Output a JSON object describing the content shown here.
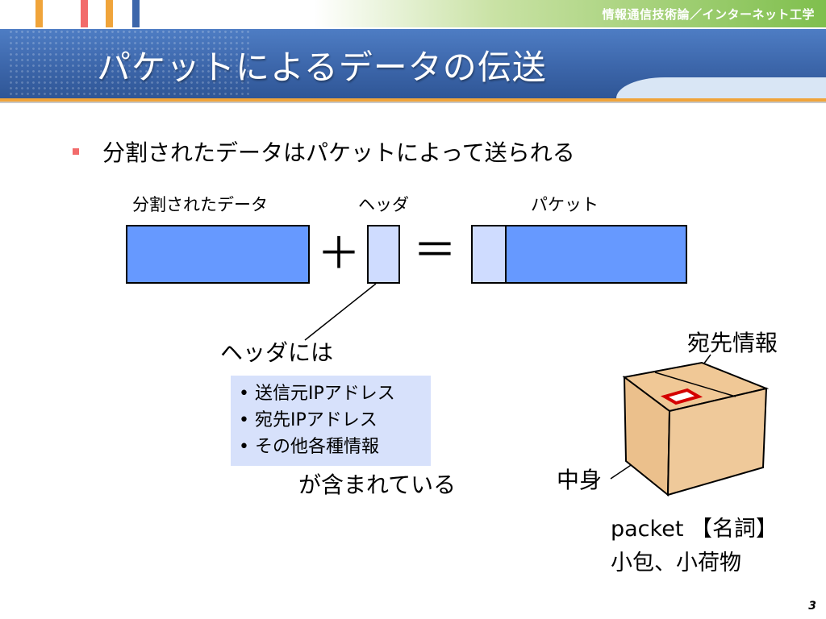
{
  "header": {
    "course_name": "情報通信技術論／インターネット工学",
    "accent_colors": [
      "#f0a43a",
      "#f26b6b",
      "#f0a43a",
      "#3c66aa"
    ]
  },
  "slide": {
    "title": "パケットによるデータの伝送",
    "bullet": "分割されたデータはパケットによって送られる",
    "diagram": {
      "label_data": "分割されたデータ",
      "label_header": "ヘッダ",
      "label_packet": "パケット",
      "plus": "＋",
      "equals": "＝"
    },
    "header_info": {
      "caption": "ヘッダには",
      "items": [
        "• 送信元IPアドレス",
        "• 宛先IPアドレス",
        "• その他各種情報"
      ],
      "suffix": "が含まれている"
    },
    "box_illustration": {
      "destination_label": "宛先情報",
      "contents_label": "中身"
    },
    "definition": {
      "word": "packet 【名詞】",
      "meaning": "小包、小荷物"
    },
    "page_number": "3"
  }
}
